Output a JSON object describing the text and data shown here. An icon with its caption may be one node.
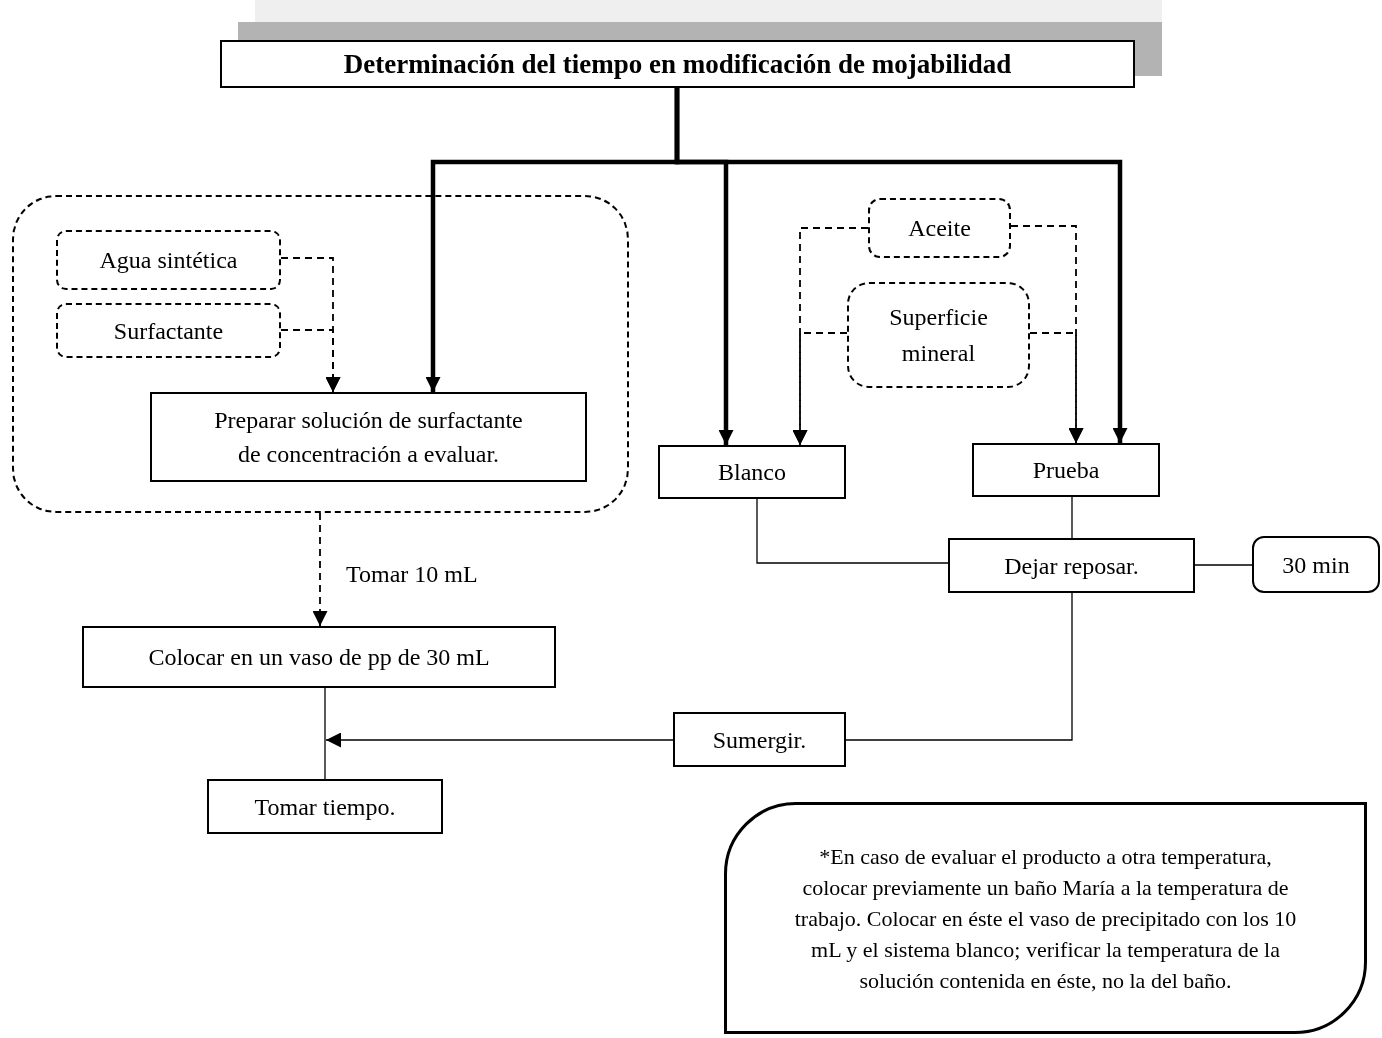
{
  "diagram": {
    "nodes": [
      {
        "text": [
          "Determinación del tiempo en modificación de mojabilidad"
        ]
      },
      {
        "text": [],
        "shape": "box"
      },
      {
        "text": [
          "Agua sintética"
        ],
        "in": 1
      },
      {
        "text": [
          "Surfactante"
        ],
        "in": 1
      },
      {
        "text": [
          "Preparar solución de surfactante de concentración a evaluar."
        ],
        "in": 1
      },
      {
        "text": [
          "Blanco"
        ]
      },
      {
        "text": [
          "Aceite"
        ]
      },
      {
        "text": [
          "Superficie mineral"
        ]
      },
      {
        "text": [
          "Prueba"
        ]
      },
      {
        "text": [
          "Dejar reposar."
        ]
      },
      {
        "text": [
          "30 min"
        ]
      },
      {
        "text": [
          "Colocar en un vaso de pp de 30 mL"
        ]
      },
      {
        "text": [
          "Sumergir."
        ]
      },
      {
        "text": [
          "Tomar tiempo."
        ]
      },
      {
        "text": [
          "*En caso de evaluar el producto a otra temperatura, colocar previamente un baño María a la temperatura de trabajo. Colocar en éste el vaso de precipitado con los 10 mL y el sistema blanco; verificar la  temperatura de la solución contenida en éste, no la del baño."
        ]
      }
    ],
    "edges": [
      {
        "from": 0,
        "to": 4,
        "arrow": "to",
        "style": "thick"
      },
      {
        "from": 0,
        "to": 5,
        "arrow": "to",
        "style": "thick"
      },
      {
        "from": 0,
        "to": 8,
        "arrow": "to",
        "style": "thick"
      },
      {
        "from": 2,
        "to": 4,
        "arrow": "to",
        "style": "dashed"
      },
      {
        "from": 3,
        "to": 4,
        "arrow": "to",
        "style": "dashed"
      },
      {
        "from": 6,
        "to": 5,
        "arrow": "to",
        "style": "dashed"
      },
      {
        "from": 7,
        "to": 5,
        "arrow": "to",
        "style": "dashed"
      },
      {
        "from": 6,
        "to": 8,
        "arrow": "to",
        "style": "dashed"
      },
      {
        "from": 7,
        "to": 8,
        "arrow": "to",
        "style": "dashed"
      },
      {
        "from": 1,
        "to": 11,
        "arrow": "to",
        "style": "dashed",
        "label": "Tomar 10 mL"
      },
      {
        "from": 5,
        "to": 9,
        "arrow": "none"
      },
      {
        "from": 8,
        "to": 9,
        "arrow": "none"
      },
      {
        "from": 9,
        "to": 10,
        "arrow": "none"
      },
      {
        "from": 9,
        "to": 12,
        "arrow": "none"
      },
      {
        "from": 11,
        "to": 13,
        "arrow": "none"
      },
      {
        "from": 12,
        "to": null,
        "arrow": "to"
      }
    ]
  }
}
